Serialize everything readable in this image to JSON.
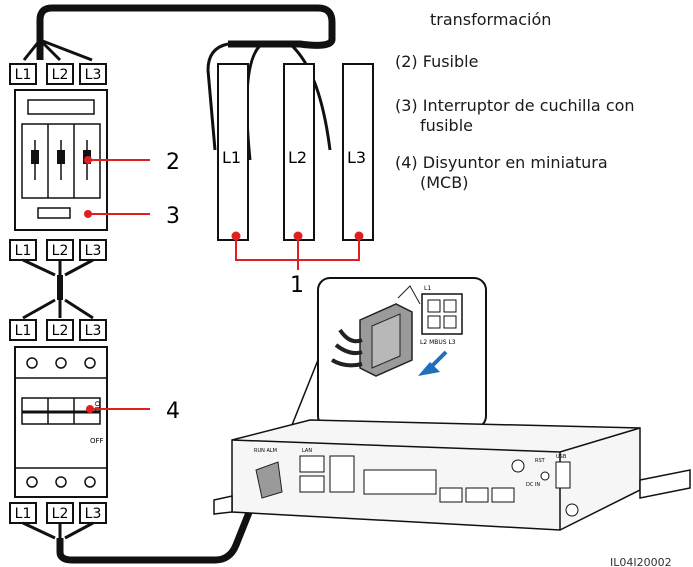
{
  "legend": {
    "line0": "transformación",
    "item2": "(2)  Fusible",
    "item3_a": "(3)  Interruptor de cuchilla con",
    "item3_b": "fusible",
    "item4_a": "(4)  Disyuntor en miniatura",
    "item4_b": "(MCB)"
  },
  "phases": [
    "L1",
    "L2",
    "L3"
  ],
  "callouts": {
    "n1": "1",
    "n2": "2",
    "n3": "3",
    "n4": "4"
  },
  "terminal_labels": {
    "top": "L1",
    "mbus": "L2  MBUS  L3",
    "on": "ON",
    "off": "OFF"
  },
  "device_labels": {
    "run_alm": "RUN ALM",
    "lan": "LAN",
    "usb": "USB",
    "dc_in": "DC IN",
    "rst": "RST"
  },
  "figure_id": "IL04I20002"
}
